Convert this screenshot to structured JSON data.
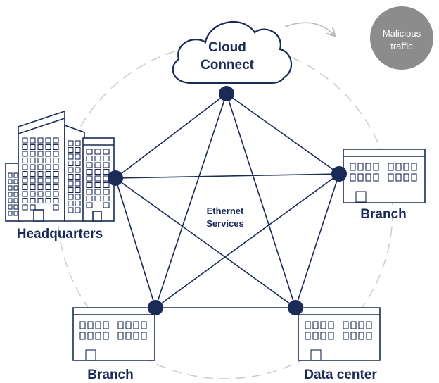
{
  "cloud": {
    "line1": "Cloud",
    "line2": "Connect",
    "icon": "cloud-icon"
  },
  "malicious": {
    "line1": "Malicious",
    "line2": "traffic",
    "color": "#8c8c8c"
  },
  "center": {
    "line1": "Ethernet",
    "line2": "Services"
  },
  "sites": {
    "headquarters": {
      "label": "Headquarters",
      "icon": "office-towers-icon"
    },
    "branch_right": {
      "label": "Branch",
      "icon": "branch-building-icon"
    },
    "branch_left": {
      "label": "Branch",
      "icon": "branch-building-icon"
    },
    "data_center": {
      "label": "Data center",
      "icon": "data-center-building-icon"
    }
  },
  "colors": {
    "navy": "#1b2a57",
    "dashed_ring": "#cccccc",
    "arrow": "#bbbbbb"
  }
}
